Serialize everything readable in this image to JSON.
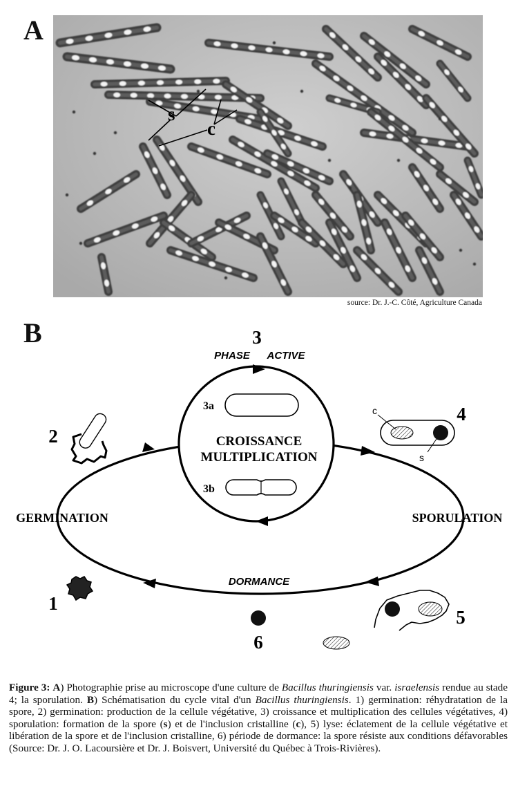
{
  "panel_a": {
    "letter": "A",
    "label_s": "s",
    "label_c": "c",
    "source": "source: Dr. J.-C. Côté, Agriculture Canada"
  },
  "panel_b": {
    "letter": "B",
    "stage3_number": "3",
    "phase_word1": "PHASE",
    "phase_word2": "ACTIVE",
    "stage3a": "3a",
    "stage3b": "3b",
    "center_line1": "CROISSANCE",
    "center_line2": "MULTIPLICATION",
    "stage4_number": "4",
    "stage4_c": "c",
    "stage4_s": "s",
    "stage2_number": "2",
    "germination": "GERMINATION",
    "sporulation": "SPORULATION",
    "dormance": "DORMANCE",
    "stage1_number": "1",
    "stage5_number": "5",
    "stage6_number": "6"
  },
  "caption": {
    "label": "Figure 3:",
    "a_letter": "A",
    "part1": ") Photographie prise au microscope d'une culture de ",
    "species1": "Bacillus thuringiensis",
    "part2": " var. ",
    "variety": "israelensis",
    "part3": " rendue au stade 4; la  sporulation.  ",
    "b_letter": "B",
    "part4": ") Schématisation du cycle vital d'un ",
    "species2": "Bacillus thuringiensis",
    "part5": ". 1) germination: réhydratation de la spore,  2) germination: production de la cellule végétative, 3) croissance et multiplication des cellules végétatives, 4) sporulation: formation de la spore (",
    "s_bold": "s",
    "part6": ") et de l'inclusion cristalline (",
    "c_bold": "c",
    "part7": "), 5) lyse: éclatement de la cellule végétative et libération de la spore et de l'inclusion cristalline, 6) période de dormance: la spore résiste aux conditions défavorables (Source: Dr. J. O. Lacoursière et Dr. J. Boisvert, Université du Québec à Trois-Rivières)."
  }
}
